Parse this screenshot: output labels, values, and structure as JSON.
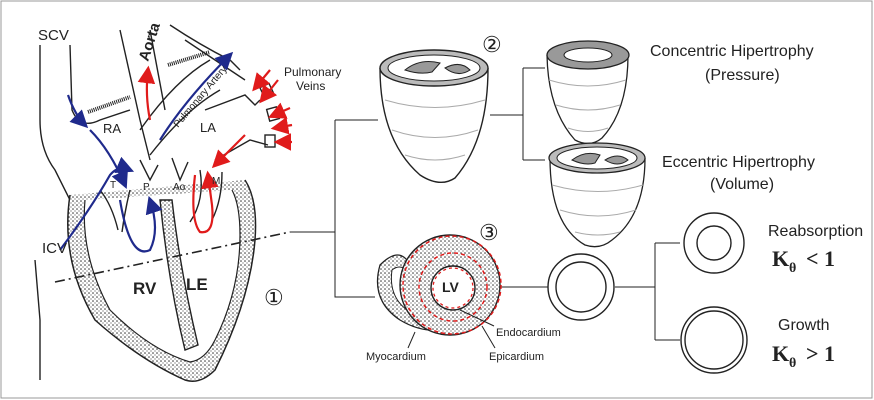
{
  "heart": {
    "scv": "SCV",
    "icv": "ICV",
    "aorta": "Aorta",
    "pulmonary_artery": "Pulmonary Artery",
    "pulmonary_veins_1": "Pulmonary",
    "pulmonary_veins_2": "Veins",
    "ra": "RA",
    "la": "LA",
    "valve_t": "T",
    "valve_p": "P",
    "valve_ao": "Ao",
    "valve_m": "M",
    "rv": "RV",
    "le": "LE",
    "marker": "①"
  },
  "hypertrophy": {
    "marker": "②",
    "concentric_1": "Concentric Hipertrophy",
    "concentric_2": "(Pressure)",
    "eccentric_1": "Eccentric Hipertrophy",
    "eccentric_2": "(Volume)"
  },
  "cross_section": {
    "marker": "③",
    "lv": "LV",
    "endocardium": "Endocardium",
    "myocardium": "Myocardium",
    "epicardium": "Epicardium"
  },
  "remodeling": {
    "reabsorption": "Reabsorption",
    "reabsorption_eq": "< 1",
    "growth": "Growth",
    "growth_eq": "> 1",
    "k_symbol": "K",
    "theta": "θ"
  },
  "colors": {
    "blood_deoxy": "#1f2a8c",
    "blood_oxy": "#e01b1b",
    "line": "#222222"
  }
}
